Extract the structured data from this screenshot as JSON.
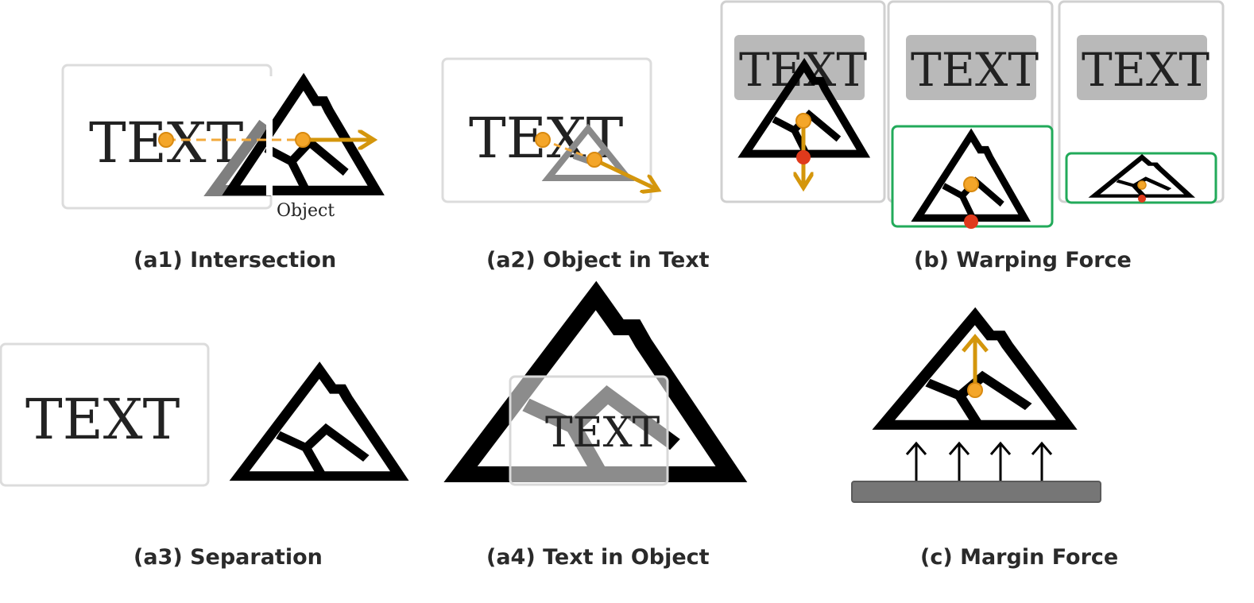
{
  "panels": {
    "a1": {
      "caption": "(a1) Intersection",
      "text": "TEXT",
      "object_label": "Object"
    },
    "a2": {
      "caption": "(a2) Object in Text",
      "text": "TEXT"
    },
    "b": {
      "caption": "(b) Warping Force",
      "text": "TEXT"
    },
    "a3": {
      "caption": "(a3) Separation",
      "text": "TEXT"
    },
    "a4": {
      "caption": "(a4) Text in Object",
      "text": "TEXT"
    },
    "c": {
      "caption": "(c) Margin Force"
    }
  },
  "colors": {
    "text_box_border": "#dcdcdc",
    "mountain": "#000000",
    "mountain_ghost": "#7f7f7f",
    "center_dot": "#f4a62a",
    "center_dot_stroke": "#d98a10",
    "warp_dot": "#e03a1c",
    "force_arrow": "#d4960c",
    "dashed_line": "#f2a93b",
    "highlight_box": "#22aa5a",
    "text_highlight": "#b9b9b9",
    "ground": "#767676",
    "text_fill": "#222222"
  },
  "icons": [
    "mountain-icon",
    "right-arrow-icon",
    "down-arrow-icon",
    "up-arrow-icon"
  ]
}
